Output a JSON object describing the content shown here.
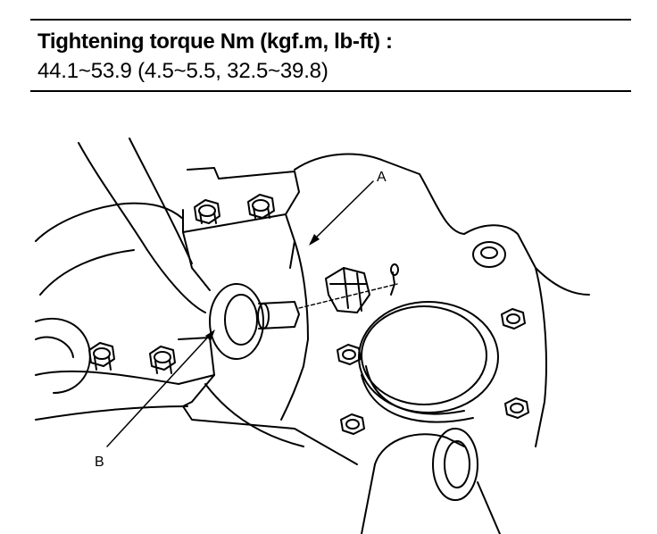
{
  "spec": {
    "title": "Tightening torque Nm (kgf.m, lb-ft) :",
    "value": "44.1~53.9 (4.5~5.5, 32.5~39.8)"
  },
  "callouts": {
    "a": "A",
    "b": "B"
  },
  "colors": {
    "line": "#000000",
    "background": "#ffffff"
  }
}
